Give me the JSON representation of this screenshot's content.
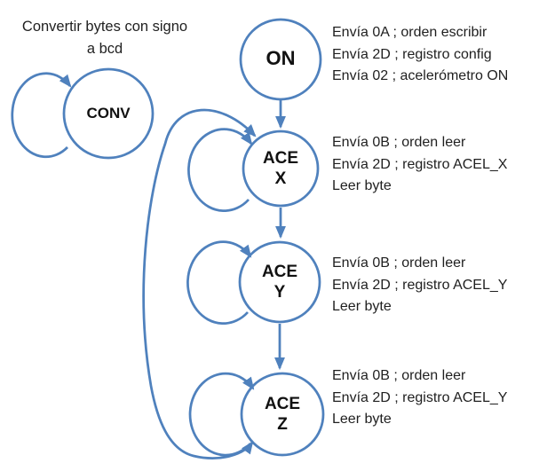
{
  "diagram": {
    "title": {
      "line1": "Convertir bytes con signo",
      "line2": "a bcd"
    },
    "states": {
      "conv": {
        "label": "CONV"
      },
      "on": {
        "label": "ON"
      },
      "ace_x": {
        "label_line1": "ACE",
        "label_line2": "X"
      },
      "ace_y": {
        "label_line1": "ACE",
        "label_line2": "Y"
      },
      "ace_z": {
        "label_line1": "ACE",
        "label_line2": "Z"
      }
    },
    "annotations": {
      "on": [
        "Envía 0A ; orden escribir",
        "Envía 2D ; registro config",
        "Envía 02 ; acelerómetro ON"
      ],
      "ace_x": [
        "Envía 0B ; orden leer",
        "Envía 2D ; registro ACEL_X",
        "Leer byte"
      ],
      "ace_y": [
        "Envía 0B ; orden leer",
        "Envía 2D ; registro ACEL_Y",
        "Leer byte"
      ],
      "ace_z": [
        "Envía 0B ; orden leer",
        "Envía 2D ; registro ACEL_Y",
        "Leer byte"
      ]
    },
    "colors": {
      "shape_stroke": "#4F81BD",
      "text": "#1f1f1f"
    }
  }
}
